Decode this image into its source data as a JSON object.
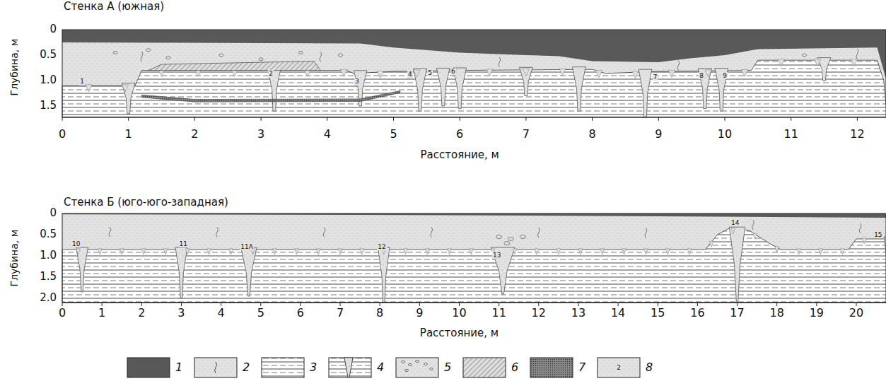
{
  "diagram": {
    "labels": [
      "Стенка А (южная)",
      "Глубина, м",
      "0",
      "0.5",
      "1.0",
      "1.5",
      "0",
      "1",
      "2",
      "3",
      "4",
      "5",
      "6",
      "7",
      "8",
      "9",
      "10",
      "11",
      "12",
      "Расстояние, м",
      "1",
      "2",
      "3",
      "4",
      "5",
      "6",
      "7",
      "8",
      "9",
      "Стенка Б (юго-юго-западная)",
      "Глубина, м",
      "0",
      "0.5",
      "1.0",
      "1.5",
      "2.0",
      "0",
      "1",
      "2",
      "3",
      "4",
      "5",
      "6",
      "7",
      "8",
      "9",
      "10",
      "11",
      "12",
      "13",
      "14",
      "15",
      "16",
      "17",
      "18",
      "19",
      "20",
      "Расстояние, м",
      "10",
      "11",
      "11А",
      "12",
      "13",
      "14",
      "15",
      "2"
    ],
    "legend": [
      {
        "text": "1",
        "color": "#595959"
      },
      {
        "text": "2"
      },
      {
        "text": "3"
      },
      {
        "text": "4"
      },
      {
        "text": "5"
      },
      {
        "text": "6"
      },
      {
        "text": "7"
      },
      {
        "text": "8"
      }
    ]
  }
}
